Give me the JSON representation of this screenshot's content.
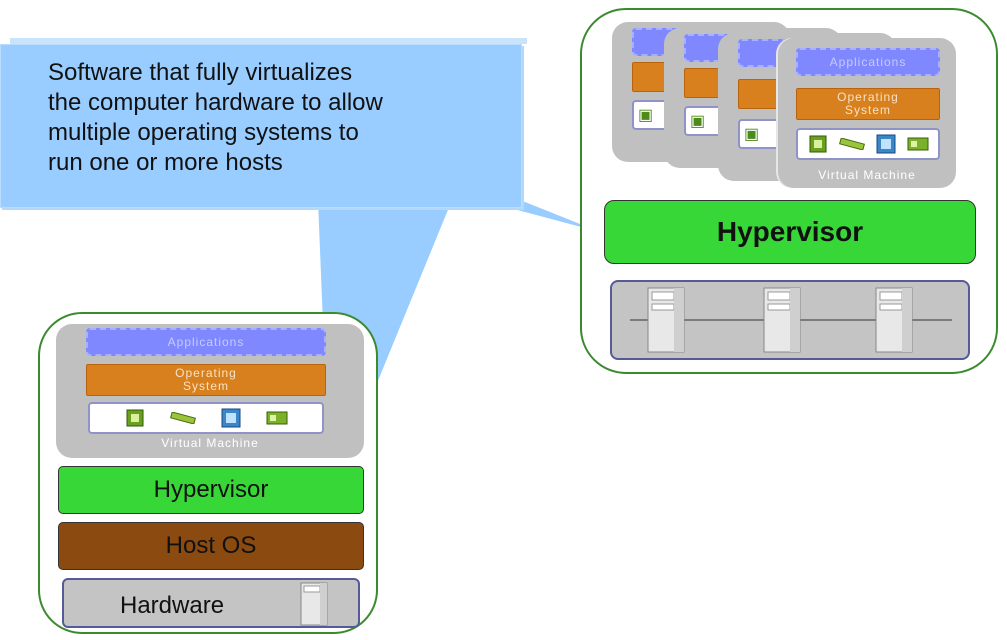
{
  "callout": {
    "lines": [
      "Software that fully virtualizes",
      "the computer hardware to allow",
      "multiple operating systems to",
      "run one or more hosts"
    ]
  },
  "left_stack": {
    "vm": {
      "applications": "Applications",
      "os_line1": "Operating",
      "os_line2": "System",
      "vm_label": "Virtual Machine"
    },
    "hypervisor": "Hypervisor",
    "host_os": "Host OS",
    "hardware": "Hardware"
  },
  "right_stack": {
    "vm": {
      "applications": "Applications",
      "os_line1": "Operating",
      "os_line2": "System",
      "vm_label": "Virtual Machine"
    },
    "hypervisor": "Hypervisor",
    "server_count": 3
  },
  "colors": {
    "hypervisor": "#38d738",
    "host_os": "#8a4a10",
    "operating_system": "#d8801d",
    "applications": "#7f88ff",
    "vm_background": "#c0c0c0",
    "callout": "#99ccff",
    "container_border": "#3a8a2e"
  }
}
